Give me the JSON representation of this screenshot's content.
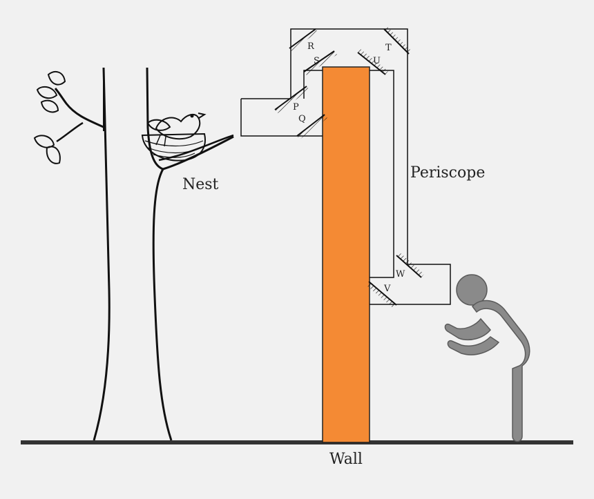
{
  "labels": {
    "nest": "Nest",
    "periscope": "Periscope",
    "wall": "Wall"
  },
  "mirrors": [
    {
      "id": "P",
      "label": "P"
    },
    {
      "id": "Q",
      "label": "Q"
    },
    {
      "id": "R",
      "label": "R"
    },
    {
      "id": "S",
      "label": "S"
    },
    {
      "id": "T",
      "label": "T"
    },
    {
      "id": "U",
      "label": "U"
    },
    {
      "id": "V",
      "label": "V"
    },
    {
      "id": "W",
      "label": "W"
    }
  ],
  "colors": {
    "background": "#f1f1f1",
    "wall": "#f48a34",
    "person": "#8a8a8a",
    "ink": "#111111"
  }
}
